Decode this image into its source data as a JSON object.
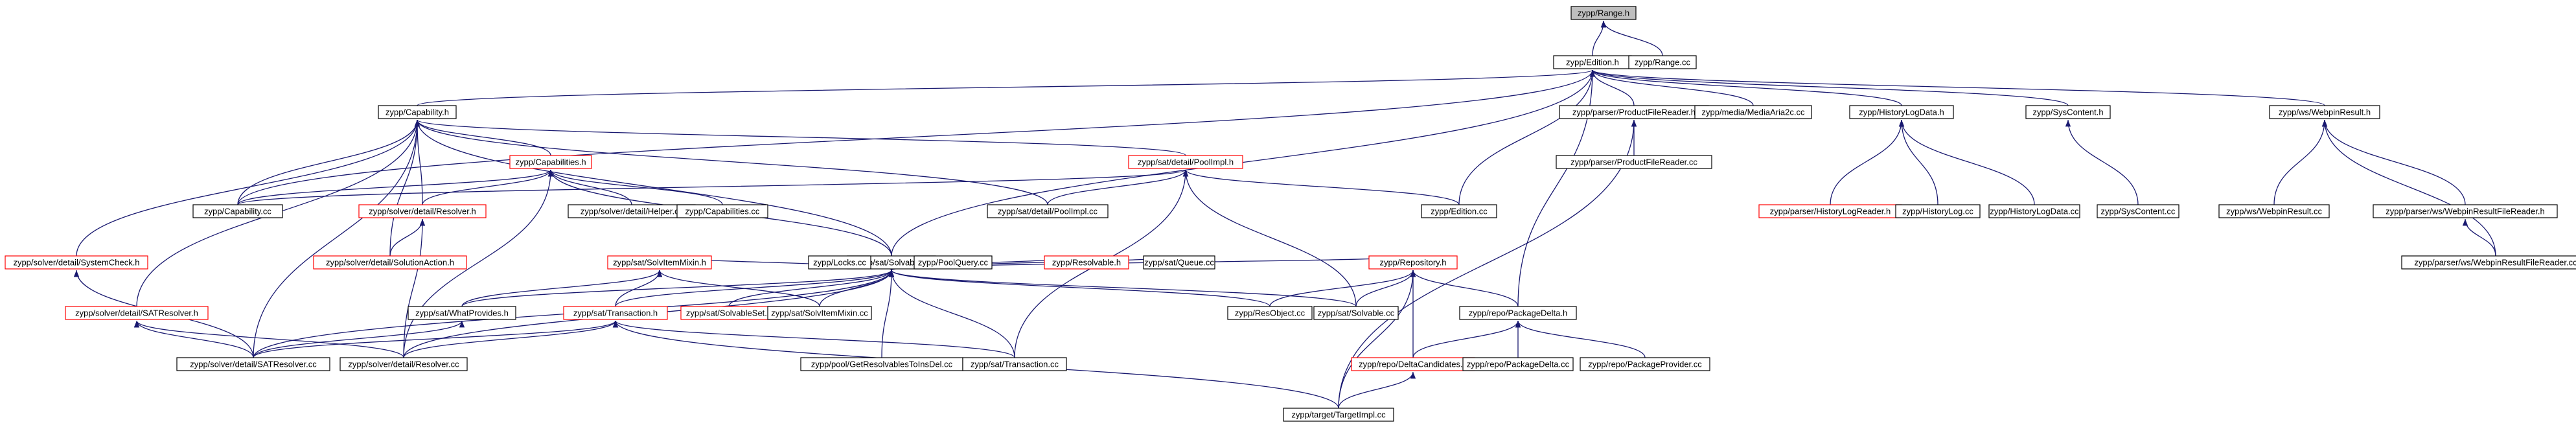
{
  "diagram": {
    "kind": "include-dependency-graph",
    "edge_color": "#191970",
    "broken_link_color": "#ff0000",
    "current_file_fill": "#bfbfbf",
    "nodes": [
      {
        "id": "range_h",
        "label": "zypp/Range.h",
        "current": true
      },
      {
        "id": "edition_h",
        "label": "zypp/Edition.h"
      },
      {
        "id": "range_cc",
        "label": "zypp/Range.cc"
      },
      {
        "id": "capability_h",
        "label": "zypp/Capability.h"
      },
      {
        "id": "productfilereader_h",
        "label": "zypp/parser/ProductFileReader.h"
      },
      {
        "id": "mediaaria2c_cc",
        "label": "zypp/media/MediaAria2c.cc"
      },
      {
        "id": "historylogdata_h",
        "label": "zypp/HistoryLogData.h"
      },
      {
        "id": "syscontent_h",
        "label": "zypp/SysContent.h"
      },
      {
        "id": "webpinresult_h",
        "label": "zypp/ws/WebpinResult.h"
      },
      {
        "id": "capabilities_h",
        "label": "zypp/Capabilities.h",
        "broken": true
      },
      {
        "id": "poolimpl_h",
        "label": "zypp/sat/detail/PoolImpl.h",
        "broken": true
      },
      {
        "id": "productfilereader_cc",
        "label": "zypp/parser/ProductFileReader.cc"
      },
      {
        "id": "historylogreader_h",
        "label": "zypp/parser/HistoryLogReader.h",
        "broken": true
      },
      {
        "id": "historylog_cc",
        "label": "zypp/HistoryLog.cc"
      },
      {
        "id": "historylogdata_cc",
        "label": "zypp/HistoryLogData.cc"
      },
      {
        "id": "syscontent_cc",
        "label": "zypp/SysContent.cc"
      },
      {
        "id": "webpinresult_cc",
        "label": "zypp/ws/WebpinResult.cc"
      },
      {
        "id": "webpinresultfilereader_h",
        "label": "zypp/parser/ws/WebpinResultFileReader.h"
      },
      {
        "id": "capability_cc",
        "label": "zypp/Capability.cc"
      },
      {
        "id": "resolver_h",
        "label": "zypp/solver/detail/Resolver.h",
        "broken": true
      },
      {
        "id": "helper_cc",
        "label": "zypp/solver/detail/Helper.cc"
      },
      {
        "id": "capabilities_cc",
        "label": "zypp/Capabilities.cc"
      },
      {
        "id": "poolimpl_cc",
        "label": "zypp/sat/detail/PoolImpl.cc"
      },
      {
        "id": "edition_cc",
        "label": "zypp/Edition.cc"
      },
      {
        "id": "webpinresultfilereader_cc",
        "label": "zypp/parser/ws/WebpinResultFileReader.cc"
      },
      {
        "id": "solvable_h",
        "label": "zypp/sat/Solvable.h"
      },
      {
        "id": "solutionaction_h",
        "label": "zypp/solver/detail/SolutionAction.h",
        "broken": true
      },
      {
        "id": "systemcheck_h",
        "label": "zypp/solver/detail/SystemCheck.h",
        "broken": true
      },
      {
        "id": "solvermixin_h",
        "label": "zypp/sat/SolvItemMixin.h",
        "broken": true
      },
      {
        "id": "locks_cc",
        "label": "zypp/Locks.cc"
      },
      {
        "id": "poolquery_cc",
        "label": "zypp/PoolQuery.cc"
      },
      {
        "id": "resolvable_h",
        "label": "zypp/Resolvable.h",
        "broken": true
      },
      {
        "id": "queue_cc",
        "label": "zypp/sat/Queue.cc"
      },
      {
        "id": "repository_h",
        "label": "zypp/Repository.h",
        "broken": true
      },
      {
        "id": "satresolver_h",
        "label": "zypp/solver/detail/SATResolver.h",
        "broken": true
      },
      {
        "id": "whatprovides_h",
        "label": "zypp/sat/WhatProvides.h"
      },
      {
        "id": "transaction_h",
        "label": "zypp/sat/Transaction.h",
        "broken": true
      },
      {
        "id": "solvableset_h",
        "label": "zypp/sat/SolvableSet.h",
        "broken": true
      },
      {
        "id": "solvermixin_cc",
        "label": "zypp/sat/SolvItemMixin.cc"
      },
      {
        "id": "resobject_cc",
        "label": "zypp/ResObject.cc"
      },
      {
        "id": "solvable_cc",
        "label": "zypp/sat/Solvable.cc"
      },
      {
        "id": "packagedelta_h",
        "label": "zypp/repo/PackageDelta.h"
      },
      {
        "id": "satresolver_cc",
        "label": "zypp/solver/detail/SATResolver.cc"
      },
      {
        "id": "resolver_cc",
        "label": "zypp/solver/detail/Resolver.cc"
      },
      {
        "id": "getresolvables_cc",
        "label": "zypp/pool/GetResolvablesToInsDel.cc"
      },
      {
        "id": "transaction_cc",
        "label": "zypp/sat/Transaction.cc"
      },
      {
        "id": "deltacandidates_h",
        "label": "zypp/repo/DeltaCandidates.h",
        "broken": true
      },
      {
        "id": "packagedelta_cc",
        "label": "zypp/repo/PackageDelta.cc"
      },
      {
        "id": "packageprovider_cc",
        "label": "zypp/repo/PackageProvider.cc"
      },
      {
        "id": "targetimpl_cc",
        "label": "zypp/target/TargetImpl.cc"
      }
    ],
    "edges": [
      [
        "edition_h",
        "range_h"
      ],
      [
        "range_cc",
        "range_h"
      ],
      [
        "capability_h",
        "edition_h"
      ],
      [
        "productfilereader_h",
        "edition_h"
      ],
      [
        "mediaaria2c_cc",
        "edition_h"
      ],
      [
        "historylogdata_h",
        "edition_h"
      ],
      [
        "syscontent_h",
        "edition_h"
      ],
      [
        "webpinresult_h",
        "edition_h"
      ],
      [
        "capability_cc",
        "edition_h"
      ],
      [
        "solvable_h",
        "edition_h"
      ],
      [
        "edition_cc",
        "edition_h"
      ],
      [
        "packagedelta_h",
        "edition_h"
      ],
      [
        "capabilities_h",
        "capability_h"
      ],
      [
        "poolimpl_h",
        "capability_h"
      ],
      [
        "capability_cc",
        "capability_h"
      ],
      [
        "resolver_h",
        "capability_h"
      ],
      [
        "solvable_h",
        "capability_h"
      ],
      [
        "poolimpl_cc",
        "capability_h"
      ],
      [
        "systemcheck_h",
        "capability_h"
      ],
      [
        "satresolver_h",
        "capability_h"
      ],
      [
        "solutionaction_h",
        "capability_h"
      ],
      [
        "satresolver_cc",
        "capability_h"
      ],
      [
        "productfilereader_cc",
        "productfilereader_h"
      ],
      [
        "targetimpl_cc",
        "productfilereader_h"
      ],
      [
        "historylogreader_h",
        "historylogdata_h"
      ],
      [
        "historylog_cc",
        "historylogdata_h"
      ],
      [
        "historylogdata_cc",
        "historylogdata_h"
      ],
      [
        "syscontent_cc",
        "syscontent_h"
      ],
      [
        "webpinresult_cc",
        "webpinresult_h"
      ],
      [
        "webpinresultfilereader_h",
        "webpinresult_h"
      ],
      [
        "webpinresultfilereader_cc",
        "webpinresult_h"
      ],
      [
        "webpinresultfilereader_cc",
        "webpinresultfilereader_h"
      ],
      [
        "resolver_h",
        "capabilities_h"
      ],
      [
        "helper_cc",
        "capabilities_h"
      ],
      [
        "capabilities_cc",
        "capabilities_h"
      ],
      [
        "solvable_h",
        "capabilities_h"
      ],
      [
        "capability_cc",
        "capabilities_h"
      ],
      [
        "resolver_cc",
        "capabilities_h"
      ],
      [
        "capability_cc",
        "poolimpl_h"
      ],
      [
        "poolimpl_cc",
        "poolimpl_h"
      ],
      [
        "edition_cc",
        "poolimpl_h"
      ],
      [
        "solvable_cc",
        "poolimpl_h"
      ],
      [
        "transaction_cc",
        "poolimpl_h"
      ],
      [
        "solutionaction_h",
        "resolver_h"
      ],
      [
        "resolver_cc",
        "resolver_h"
      ],
      [
        "solvermixin_h",
        "solvable_h"
      ],
      [
        "locks_cc",
        "solvable_h"
      ],
      [
        "poolquery_cc",
        "solvable_h"
      ],
      [
        "resolvable_h",
        "solvable_h"
      ],
      [
        "queue_cc",
        "solvable_h"
      ],
      [
        "repository_h",
        "solvable_h"
      ],
      [
        "whatprovides_h",
        "solvable_h"
      ],
      [
        "transaction_h",
        "solvable_h"
      ],
      [
        "solvableset_h",
        "solvable_h"
      ],
      [
        "solvermixin_cc",
        "solvable_h"
      ],
      [
        "resobject_cc",
        "solvable_h"
      ],
      [
        "solvable_cc",
        "solvable_h"
      ],
      [
        "getresolvables_cc",
        "solvable_h"
      ],
      [
        "transaction_cc",
        "solvable_h"
      ],
      [
        "satresolver_cc",
        "solvable_h"
      ],
      [
        "resolver_cc",
        "solvable_h"
      ],
      [
        "satresolver_cc",
        "systemcheck_h"
      ],
      [
        "whatprovides_h",
        "solvermixin_h"
      ],
      [
        "transaction_h",
        "solvermixin_h"
      ],
      [
        "solvermixin_cc",
        "solvermixin_h"
      ],
      [
        "resobject_cc",
        "repository_h"
      ],
      [
        "solvable_cc",
        "repository_h"
      ],
      [
        "packagedelta_h",
        "repository_h"
      ],
      [
        "deltacandidates_h",
        "repository_h"
      ],
      [
        "targetimpl_cc",
        "repository_h"
      ],
      [
        "satresolver_cc",
        "satresolver_h"
      ],
      [
        "resolver_cc",
        "satresolver_h"
      ],
      [
        "satresolver_cc",
        "whatprovides_h"
      ],
      [
        "satresolver_cc",
        "transaction_h"
      ],
      [
        "resolver_cc",
        "transaction_h"
      ],
      [
        "transaction_cc",
        "transaction_h"
      ],
      [
        "targetimpl_cc",
        "transaction_h"
      ],
      [
        "deltacandidates_h",
        "packagedelta_h"
      ],
      [
        "packagedelta_cc",
        "packagedelta_h"
      ],
      [
        "packageprovider_cc",
        "packagedelta_h"
      ],
      [
        "targetimpl_cc",
        "deltacandidates_h"
      ]
    ]
  }
}
